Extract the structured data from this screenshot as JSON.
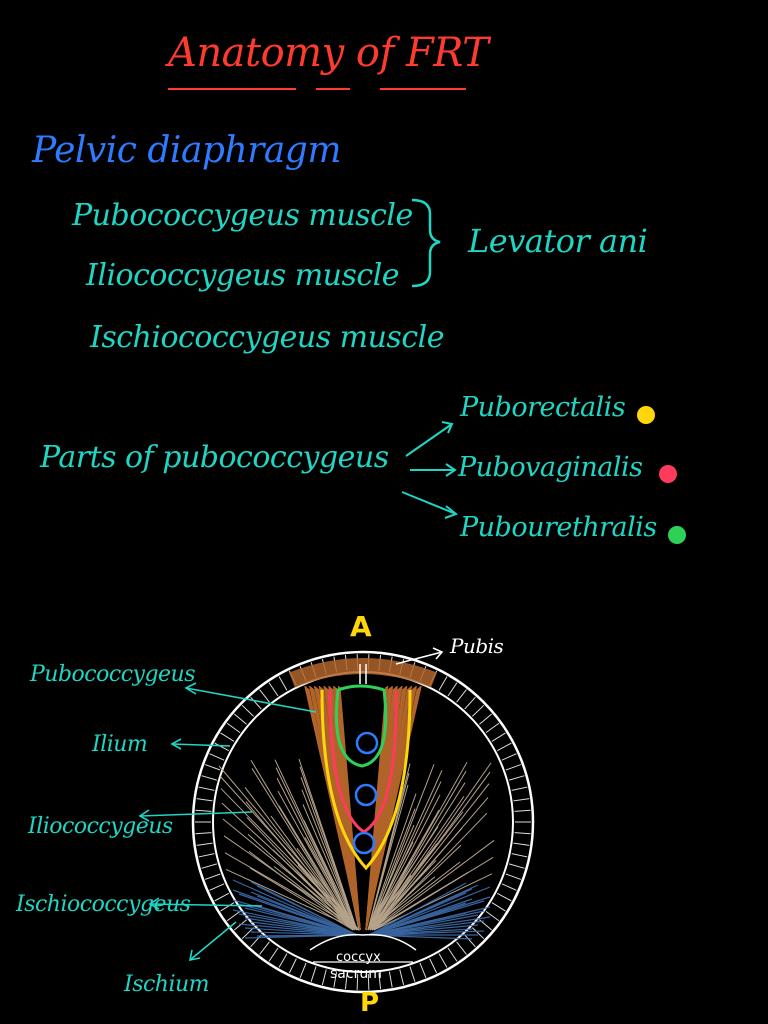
{
  "title": "Anatomy of FRT",
  "section_heading": "Pelvic diaphragm",
  "muscles": [
    "Pubococcygeus muscle",
    "Iliococcygeus muscle",
    "Ischiococcygeus muscle"
  ],
  "levator_group_label": "Levator ani",
  "parts_label": "Parts of pubococcygeus",
  "parts": [
    {
      "name": "Puborectalis",
      "color": "#ffd60a"
    },
    {
      "name": "Pubovaginalis",
      "color": "#ff3b5c"
    },
    {
      "name": "Pubourethralis",
      "color": "#2ed158"
    }
  ],
  "diagram": {
    "anterior_marker": "A",
    "posterior_marker": "P",
    "labels": {
      "pubococcygeus": "Pubococcygeus",
      "ilium": "Ilium",
      "iliococcygeus": "Iliococcygeus",
      "ischiococcygeus": "Ischiococcygeus",
      "ischium": "Ischium",
      "pubis": "Pubis",
      "coccyx": "coccyx",
      "sacrum": "sacrum"
    },
    "colors": {
      "pubococcygeus_fibers": "#b0642a",
      "iliococcygeus_fibers": "#c8b49a",
      "ischiococcygeus_fibers": "#3f6fb0",
      "pelvic_ring": "#ffffff",
      "orifices": "#2f7bff",
      "leader_lines": "#1fd6c4"
    }
  }
}
